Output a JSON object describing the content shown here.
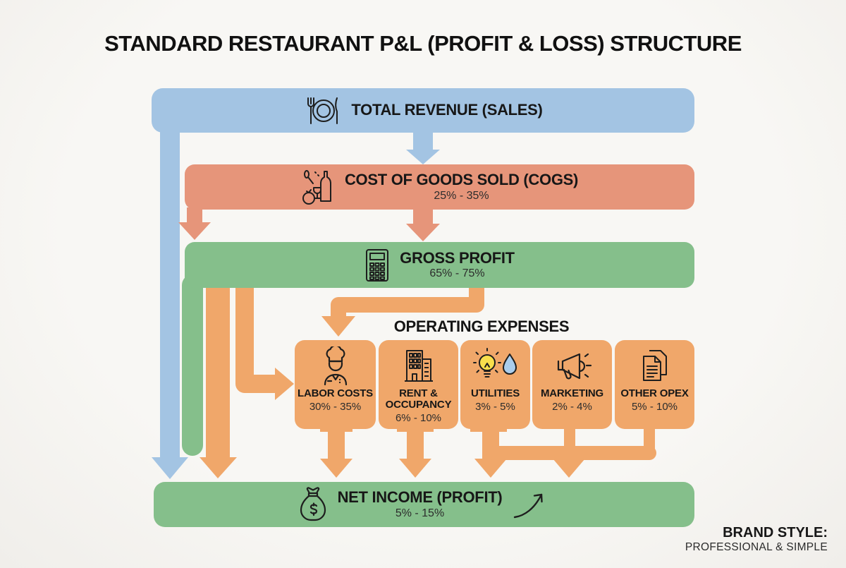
{
  "title": "STANDARD RESTAURANT P&L (PROFIT & LOSS) STRUCTURE",
  "colors": {
    "background": "#f7f6f3",
    "revenue_blue": "#a3c4e3",
    "cogs_salmon": "#e6957a",
    "profit_green": "#85bf8b",
    "expense_orange": "#f0a76a",
    "text_dark": "#191919",
    "bulb_yellow": "#f8df4c",
    "droplet_blue": "#aacdec"
  },
  "flow": {
    "revenue": {
      "label": "TOTAL REVENUE (SALES)",
      "icon": "dining-icon"
    },
    "cogs": {
      "label": "COST OF GOODS SOLD (COGS)",
      "range": "25% - 35%",
      "icon": "ingredients-icon"
    },
    "gross_profit": {
      "label": "GROSS PROFIT",
      "range": "65% - 75%",
      "icon": "calculator-icon"
    },
    "operating_expenses": {
      "heading": "OPERATING EXPENSES",
      "items": [
        {
          "label": "LABOR COSTS",
          "range": "30% - 35%",
          "icon": "chef-icon"
        },
        {
          "label": "RENT & OCCUPANCY",
          "range": "6% - 10%",
          "icon": "buildings-icon"
        },
        {
          "label": "UTILITIES",
          "range": "3% - 5%",
          "icon": "lightbulb-water-drop-icon"
        },
        {
          "label": "MARKETING",
          "range": "2% - 4%",
          "icon": "megaphone-icon"
        },
        {
          "label": "OTHER OPEX",
          "range": "5% - 10%",
          "icon": "documents-icon"
        }
      ]
    },
    "net_income": {
      "label": "NET INCOME (PROFIT)",
      "range": "5% - 15%",
      "icon": "money-bag-icon",
      "accent_icon": "growth-arrow-icon"
    }
  },
  "footer": {
    "brand_style_label": "BRAND STYLE:",
    "brand_style_value": "PROFESSIONAL & SIMPLE"
  }
}
